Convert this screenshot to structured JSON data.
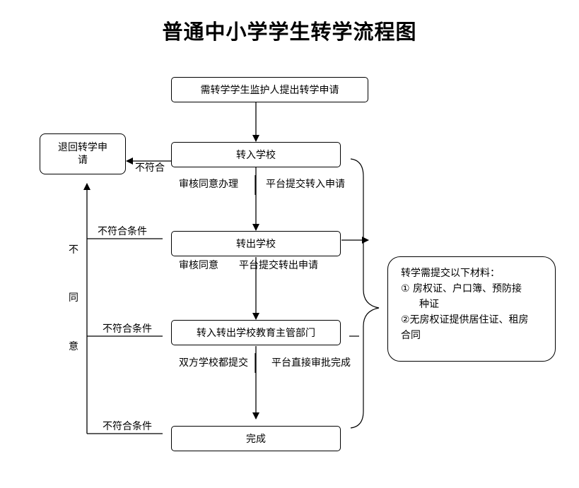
{
  "title": "普通中小学学生转学流程图",
  "nodes": {
    "apply": "需转学学生监护人提出转学申请",
    "transfer_in": "转入学校",
    "transfer_out": "转出学校",
    "education_dept": "转入转出学校教育主管部门",
    "complete": "完成",
    "returned": "退回转学申请"
  },
  "labels": {
    "not_meet_short": "不符合",
    "in_review": "审核同意办理",
    "in_platform": "平台提交转入申请",
    "out_review": "审核同意",
    "out_platform": "平台提交转出申请",
    "dept_both": "双方学校都提交",
    "dept_platform": "平台直接审批完成",
    "cond_1": "不符合条件",
    "cond_2": "不符合条件",
    "cond_3": "不符合条件",
    "disagree_1": "不",
    "disagree_2": "同",
    "disagree_3": "意"
  },
  "materials": {
    "heading": "转学需提交以下材料：",
    "item1_line1": "①  房权证、户口簿、预防接",
    "item1_line2": "种证",
    "item2_line1": "②无房权证提供居住证、租房",
    "item2_line2": "合同"
  }
}
